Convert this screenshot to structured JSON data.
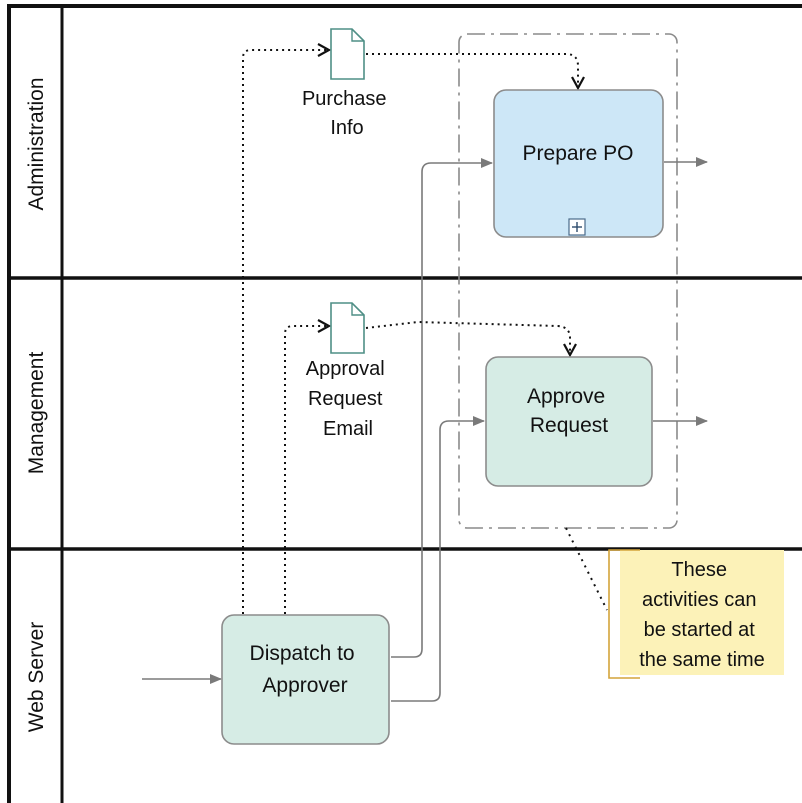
{
  "lanes": [
    {
      "label": "Administration"
    },
    {
      "label": "Management"
    },
    {
      "label": "Web Server"
    }
  ],
  "tasks": {
    "prepare_po": {
      "label": "Prepare PO",
      "fill": "#cde7f7",
      "has_subprocess_marker": true
    },
    "approve_request": {
      "label_lines": [
        "Approve",
        "Request"
      ],
      "fill": "#d6ece5"
    },
    "dispatch": {
      "label_lines": [
        "Dispatch to",
        "Approver"
      ],
      "fill": "#d6ece5"
    }
  },
  "documents": {
    "purchase_info": {
      "label_lines": [
        "Purchase",
        "Info"
      ]
    },
    "approval_email": {
      "label_lines": [
        "Approval",
        "Request",
        "Email"
      ]
    }
  },
  "annotation": {
    "lines": [
      "These",
      "activities can",
      "be started at",
      "the same time"
    ],
    "fill": "#fcf2b8",
    "bracket_color": "#d4a43a"
  },
  "colors": {
    "flow_line": "#7a7a7a",
    "border": "#111111",
    "group": "#8a8a8a"
  }
}
